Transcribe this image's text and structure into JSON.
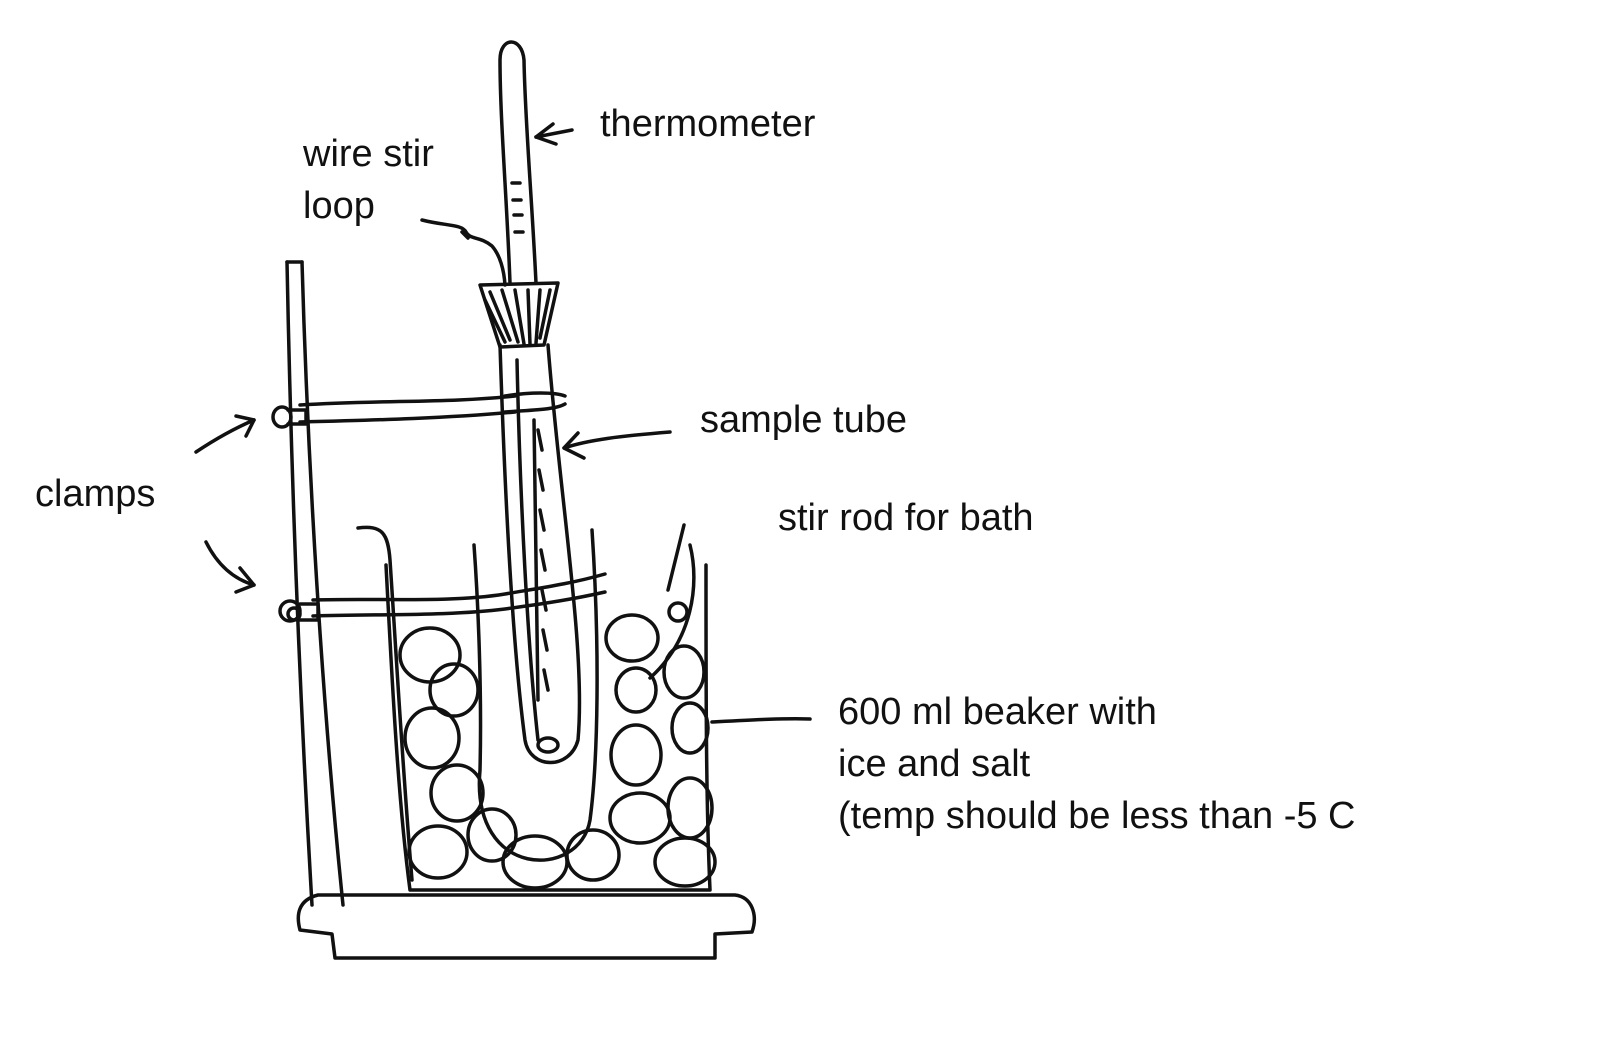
{
  "labels": {
    "thermometer": "thermometer",
    "wire_stir_loop": [
      "wire stir",
      "loop"
    ],
    "sample_tube": "sample tube",
    "clamps": "clamps",
    "stir_rod": "stir rod for bath",
    "beaker": [
      "600 ml beaker with",
      "ice and salt",
      "(temp should be less than -5 C"
    ]
  },
  "colors": {
    "ink": "#111111",
    "paper": "#ffffff"
  }
}
